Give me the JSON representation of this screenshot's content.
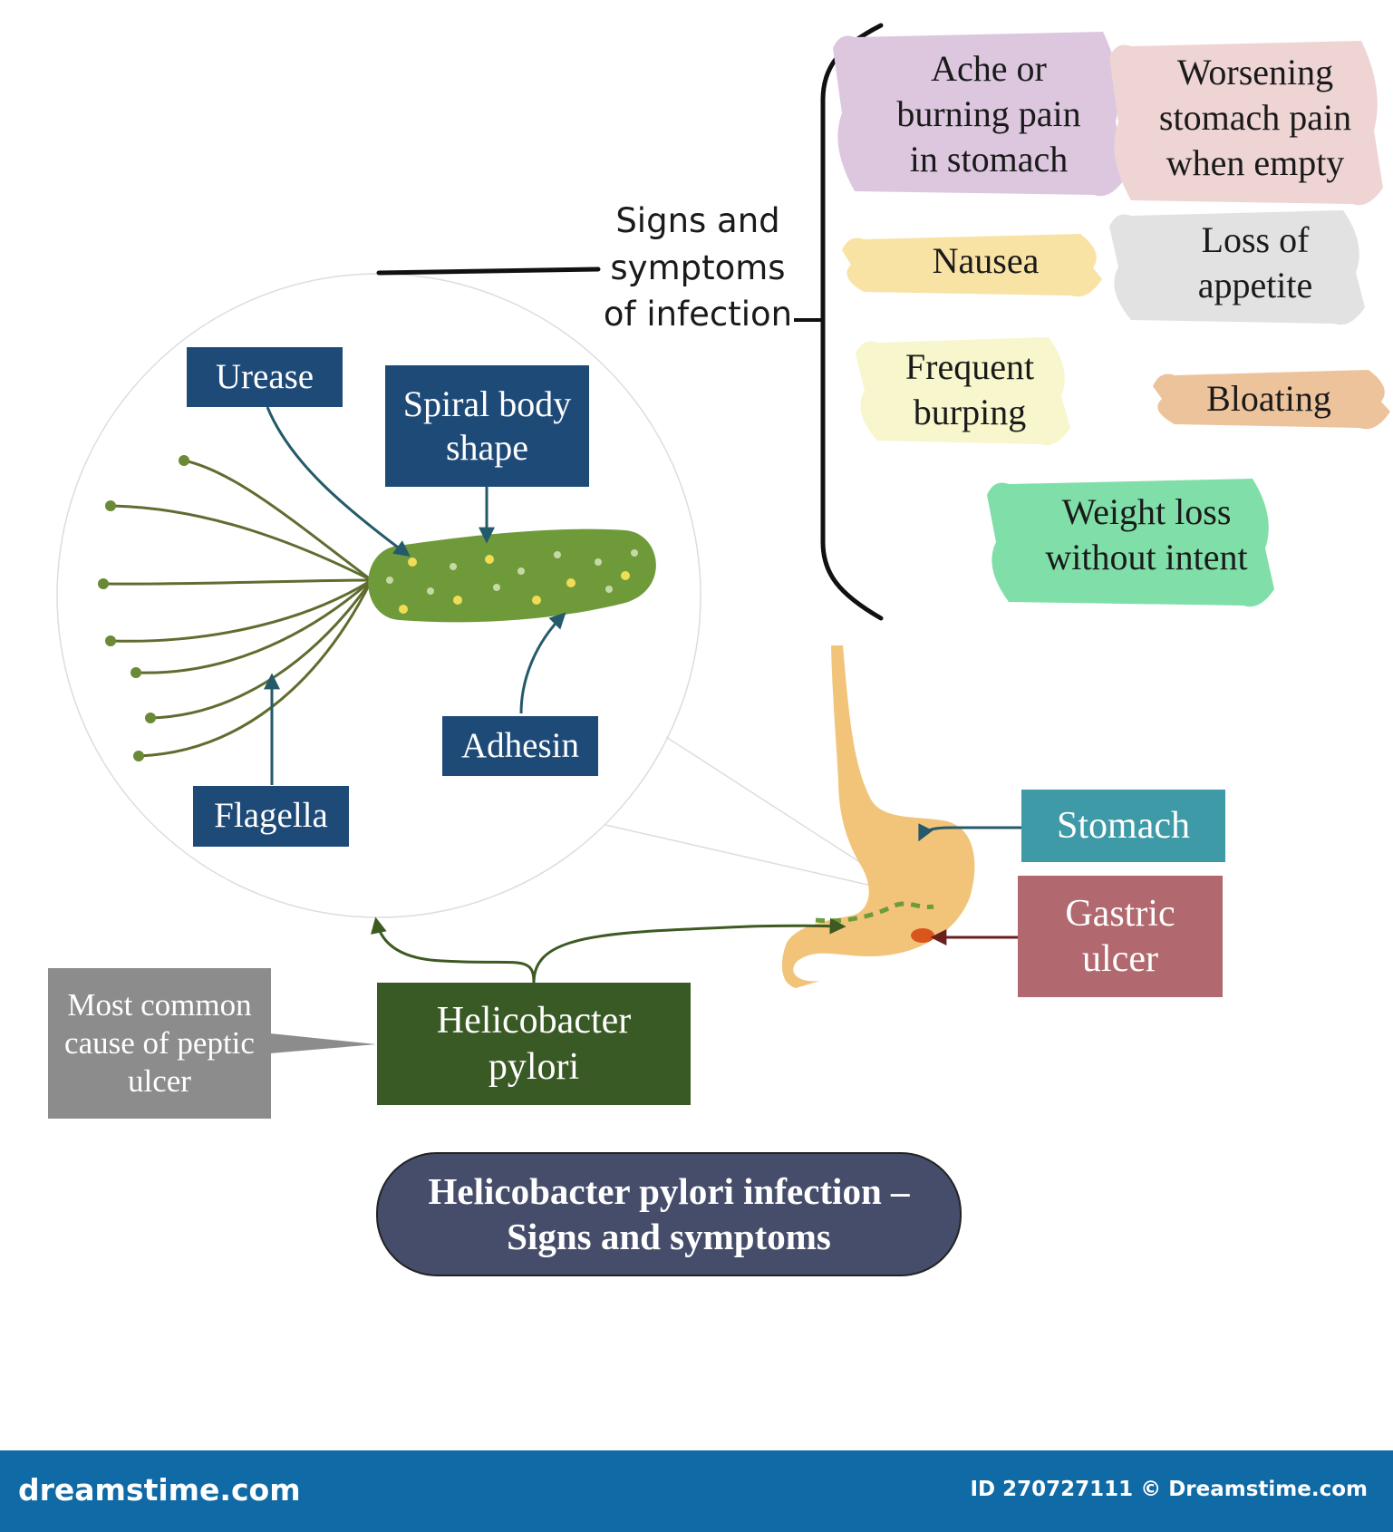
{
  "labels": {
    "urease": "Urease",
    "spiral_body_shape": "Spiral body shape",
    "adhesin": "Adhesin",
    "flagella": "Flagella",
    "stomach": "Stomach",
    "gastric_ulcer": "Gastric ulcer",
    "helicobacter_pylori": "Helicobacter pylori",
    "most_common_cause": "Most common cause of peptic ulcer"
  },
  "signs_heading": "Signs and symptoms of infection",
  "symptoms": [
    {
      "text": "Ache or burning pain in stomach",
      "color": "#dcc7df"
    },
    {
      "text": "Worsening stomach pain when empty",
      "color": "#efd4d4"
    },
    {
      "text": "Nausea",
      "color": "#f8e3a5"
    },
    {
      "text": "Loss of appetite",
      "color": "#e2e2e2"
    },
    {
      "text": "Frequent burping",
      "color": "#f7f6cc"
    },
    {
      "text": "Bloating",
      "color": "#edc39c"
    },
    {
      "text": "Weight loss without intent",
      "color": "#80dfa8"
    }
  ],
  "title": "Helicobacter pylori infection – Signs and symptoms",
  "footer": {
    "brand": "dreamstime.com",
    "id": "ID 270727111 © Dreamstime.com"
  },
  "colors": {
    "navy_label": "#1e4a78",
    "stomach_label": "#3f9aa8",
    "gastric_ulcer_label": "#b1686e",
    "hpylori_label": "#3a5a25",
    "cause_label": "#8c8c8c",
    "title_pill": "#454d6a",
    "bacterium": "#6f9a3a",
    "flagella": "#5e6d2f",
    "stomach_organ": "#f2c47a",
    "footer_bar": "#0f6aa5"
  }
}
